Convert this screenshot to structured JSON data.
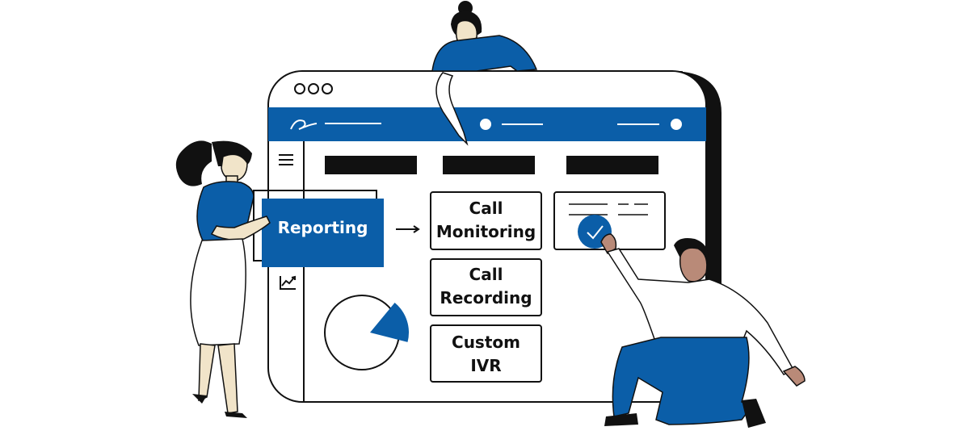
{
  "colors": {
    "brand_blue": "#0b5ea8",
    "outline": "#111111",
    "background": "#ffffff",
    "skin_light": "#f1e4c9",
    "skin_dark": "#b98a78"
  },
  "window": {
    "traffic_lights": [
      "dot",
      "dot",
      "dot"
    ],
    "header": {
      "logo_icon": "signature-icon"
    }
  },
  "sidebar": {
    "icons": [
      "hamburger-menu-icon",
      "trend-chart-icon"
    ]
  },
  "feature_cards": {
    "reporting": "Reporting",
    "call_monitoring": "Call\nMonitoring",
    "call_recording": "Call\nRecording",
    "custom_ivr": "Custom\nIVR"
  },
  "arrow": "→",
  "pie_widget": {
    "highlighted_fraction": 0.18
  },
  "status_card": {
    "icon": "checkmark-icon"
  }
}
